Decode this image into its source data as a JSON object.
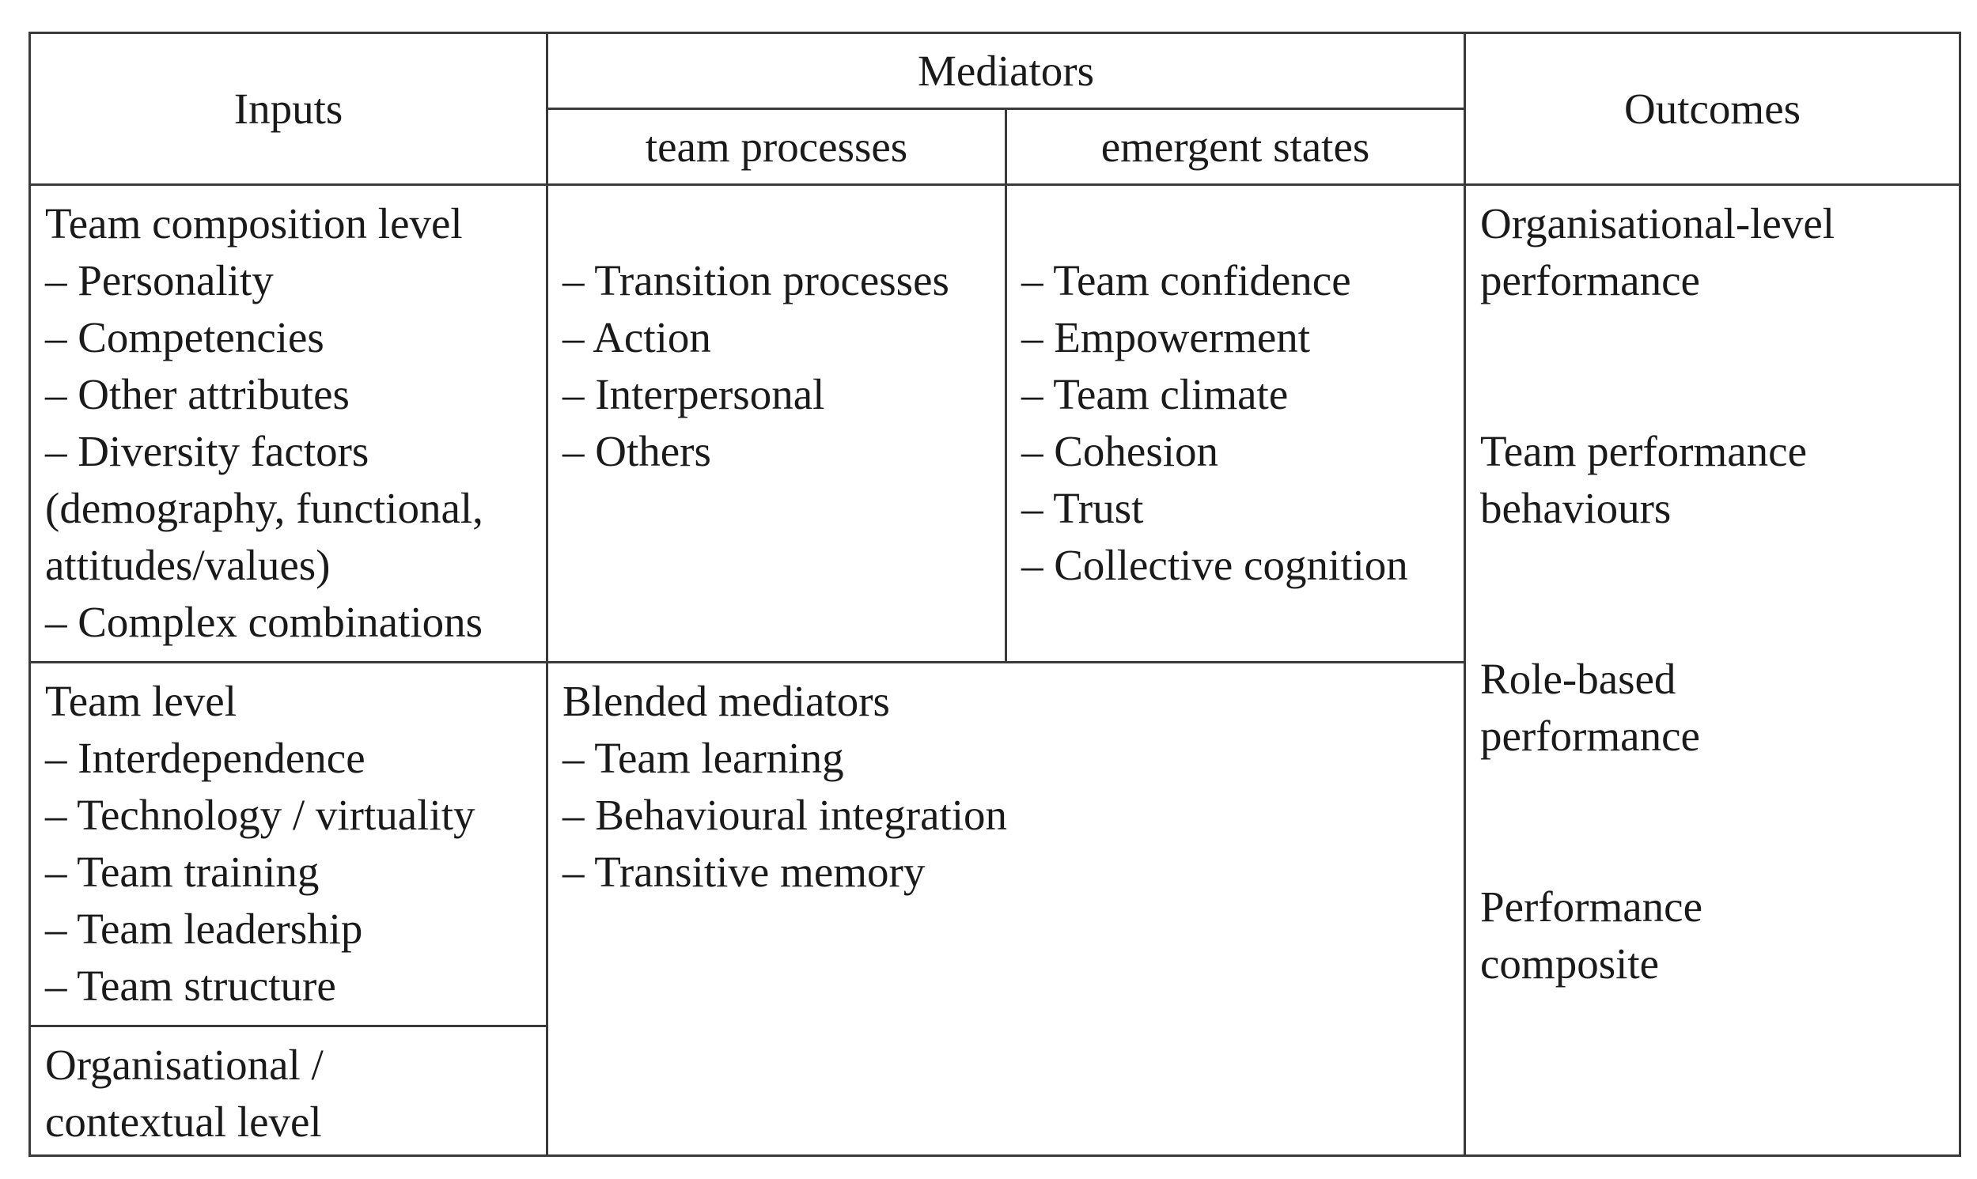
{
  "headers": {
    "inputs": "Inputs",
    "mediators": "Mediators",
    "team_processes": "team processes",
    "emergent_states": "emergent states",
    "outcomes": "Outcomes"
  },
  "inputs": {
    "team_composition": {
      "title": "Team composition level",
      "items": [
        "– Personality",
        "– Competencies",
        "– Other attributes",
        "– Diversity factors",
        "(demography, functional,",
        "attitudes/values)",
        "– Complex combinations"
      ]
    },
    "team_level": {
      "title": "Team level",
      "items": [
        "– Interdependence",
        "– Technology / virtuality",
        "– Team training",
        "– Team leadership",
        "– Team structure"
      ]
    },
    "organisational": {
      "lines": [
        "Organisational /",
        "contextual level"
      ]
    }
  },
  "team_processes": {
    "items": [
      "– Transition processes",
      "– Action",
      "– Interpersonal",
      "– Others"
    ]
  },
  "emergent_states": {
    "items": [
      "– Team confidence",
      "– Empowerment",
      "– Team climate",
      "– Cohesion",
      "– Trust",
      "– Collective cognition"
    ]
  },
  "blended_mediators": {
    "title": "Blended mediators",
    "items": [
      "– Team learning",
      "– Behavioural integration",
      "– Transitive memory"
    ]
  },
  "outcomes": {
    "groups": [
      [
        "Organisational-level",
        "performance"
      ],
      [
        "Team performance",
        "behaviours"
      ],
      [
        "Role-based",
        "performance"
      ],
      [
        "Performance",
        "composite"
      ]
    ]
  }
}
